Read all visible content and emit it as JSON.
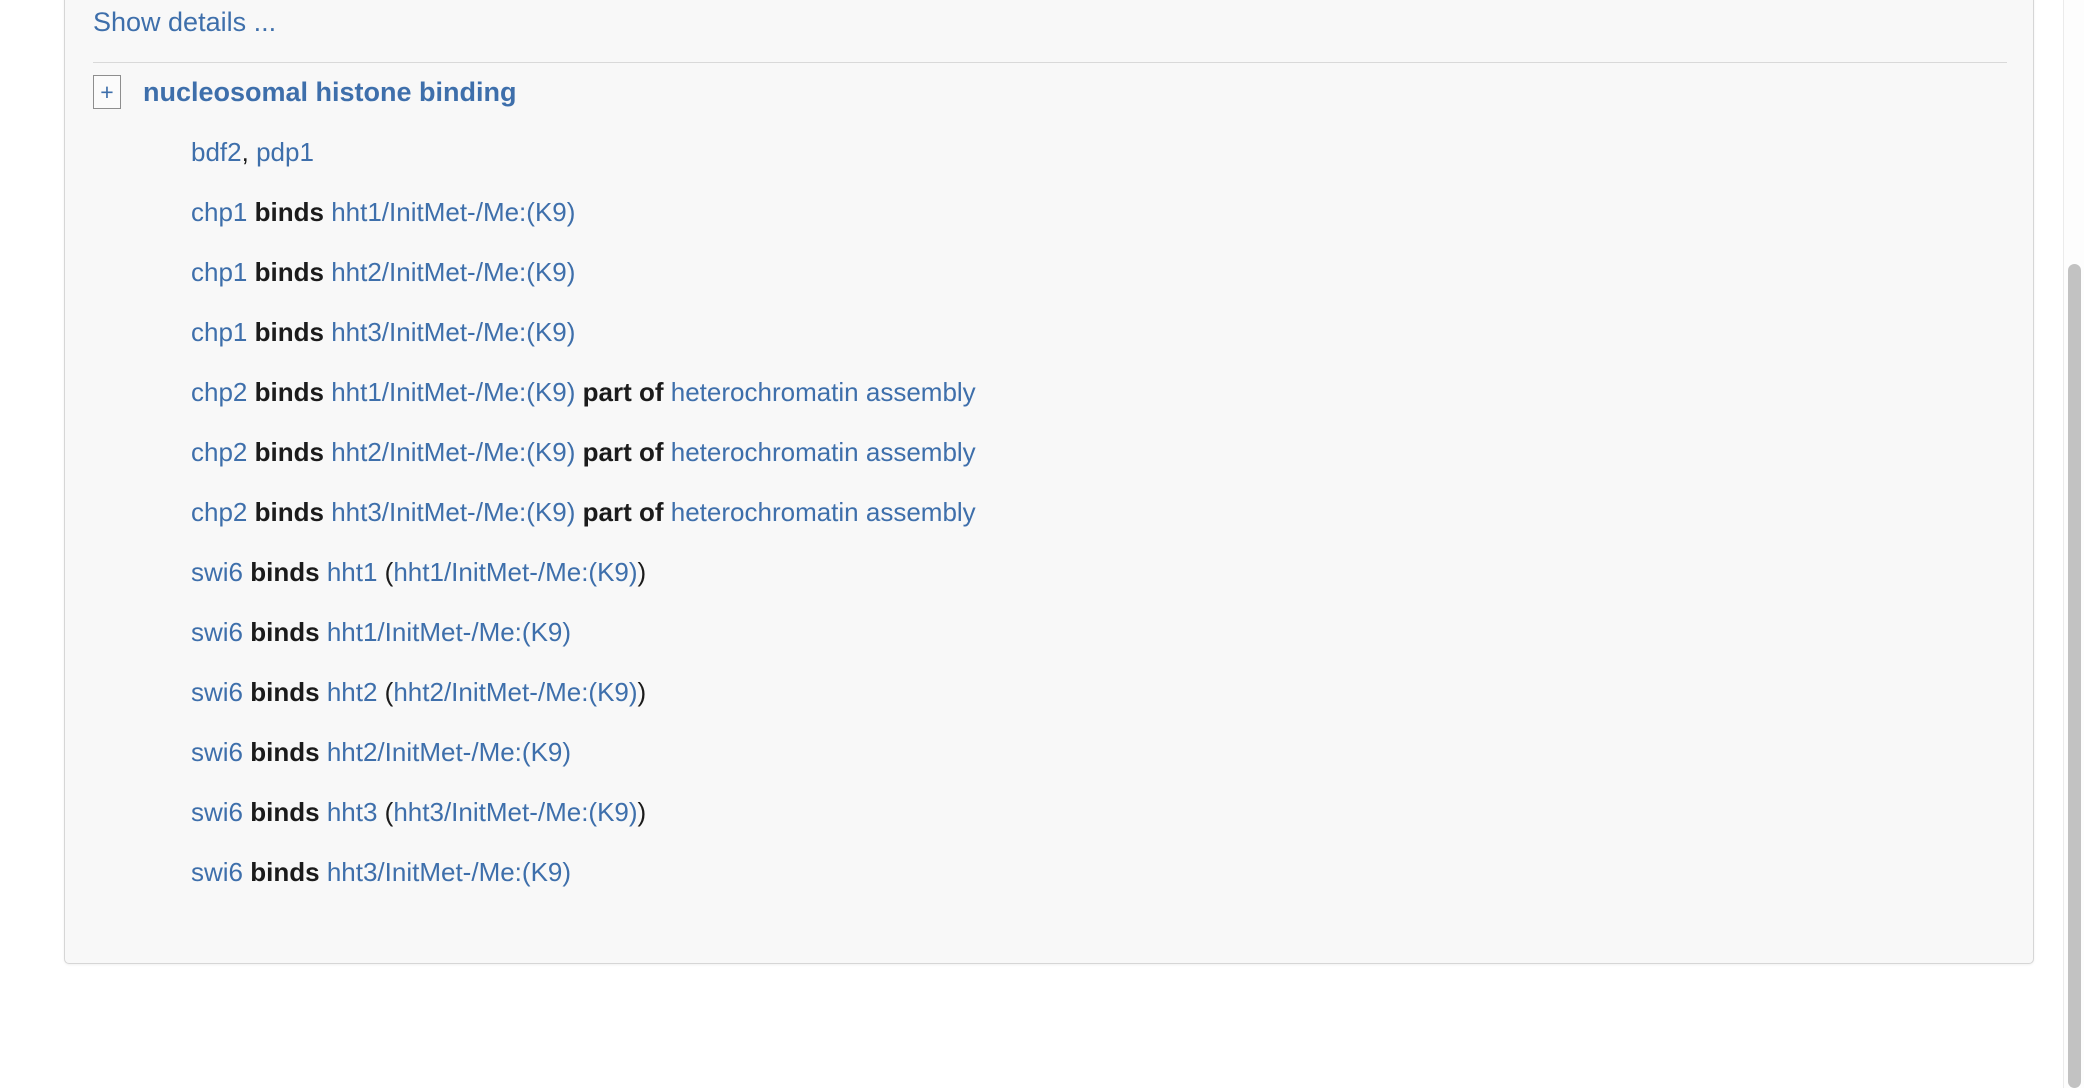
{
  "panel": {
    "show_details_label": "Show details ...",
    "expand_toggle_label": "+",
    "term_title": "nucleosomal histone binding",
    "accent_color": "#3e6fab",
    "panel_background": "#f8f8f8",
    "border_color": "#d6d6d6"
  },
  "annotations": [
    {
      "kind": "gene-list",
      "genes": [
        "bdf2",
        "pdp1"
      ],
      "separator": ", "
    },
    {
      "kind": "binding",
      "subject": "chp1",
      "relation": "binds",
      "object": "hht1/InitMet-/Me:(K9)"
    },
    {
      "kind": "binding",
      "subject": "chp1",
      "relation": "binds",
      "object": "hht2/InitMet-/Me:(K9)"
    },
    {
      "kind": "binding",
      "subject": "chp1",
      "relation": "binds",
      "object": "hht3/InitMet-/Me:(K9)"
    },
    {
      "kind": "binding-partof",
      "subject": "chp2",
      "relation": "binds",
      "object": "hht1/InitMet-/Me:(K9)",
      "relation2": "part of",
      "object2": "heterochromatin assembly"
    },
    {
      "kind": "binding-partof",
      "subject": "chp2",
      "relation": "binds",
      "object": "hht2/InitMet-/Me:(K9)",
      "relation2": "part of",
      "object2": "heterochromatin assembly"
    },
    {
      "kind": "binding-partof",
      "subject": "chp2",
      "relation": "binds",
      "object": "hht3/InitMet-/Me:(K9)",
      "relation2": "part of",
      "object2": "heterochromatin assembly"
    },
    {
      "kind": "binding-paren",
      "subject": "swi6",
      "relation": "binds",
      "object": "hht1",
      "paren_open": "(",
      "paren_object": "hht1/InitMet-/Me:(K9)",
      "paren_close": ")"
    },
    {
      "kind": "binding",
      "subject": "swi6",
      "relation": "binds",
      "object": "hht1/InitMet-/Me:(K9)"
    },
    {
      "kind": "binding-paren",
      "subject": "swi6",
      "relation": "binds",
      "object": "hht2",
      "paren_open": "(",
      "paren_object": "hht2/InitMet-/Me:(K9)",
      "paren_close": ")"
    },
    {
      "kind": "binding",
      "subject": "swi6",
      "relation": "binds",
      "object": "hht2/InitMet-/Me:(K9)"
    },
    {
      "kind": "binding-paren",
      "subject": "swi6",
      "relation": "binds",
      "object": "hht3",
      "paren_open": "(",
      "paren_object": "hht3/InitMet-/Me:(K9)",
      "paren_close": ")"
    },
    {
      "kind": "binding",
      "subject": "swi6",
      "relation": "binds",
      "object": "hht3/InitMet-/Me:(K9)"
    }
  ]
}
